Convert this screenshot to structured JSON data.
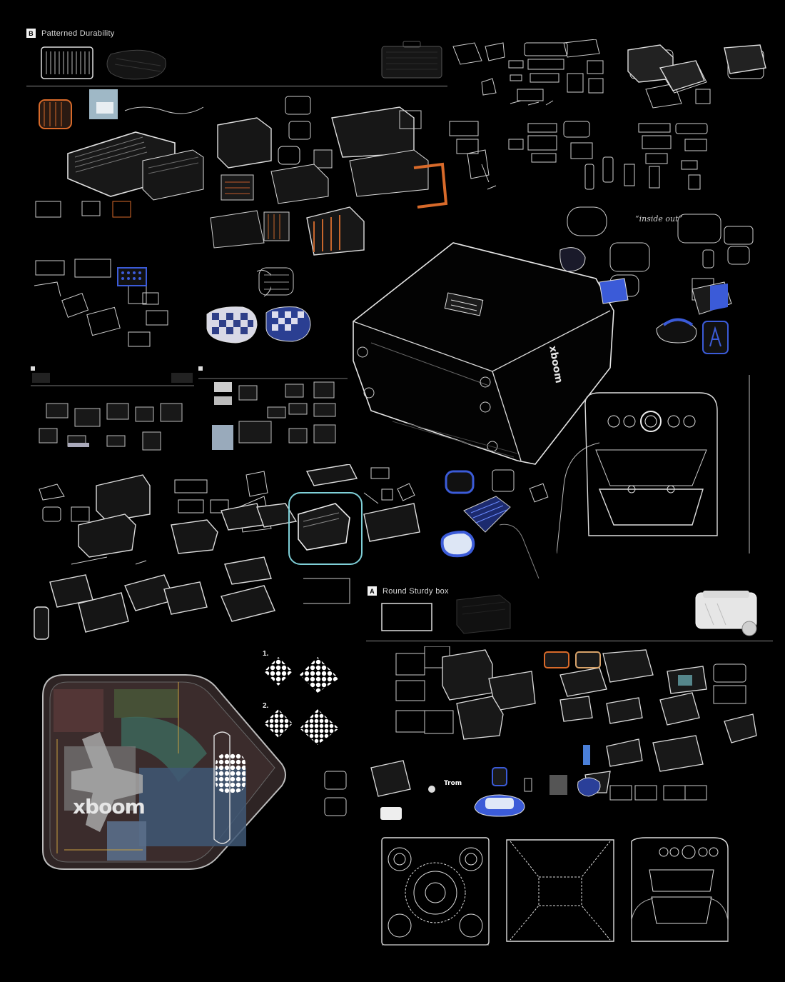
{
  "section_b": {
    "badge": "B",
    "title": "Patterned Durability"
  },
  "section_a": {
    "badge": "A",
    "title": "Round Sturdy box"
  },
  "notes": {
    "inside_out": "“inside out”",
    "opt1": "1.",
    "opt2": "2."
  },
  "brand": {
    "logo_text": "xboom",
    "small_label": "Trom"
  },
  "colors": {
    "background": "#000000",
    "accent_orange": "#d86a2a",
    "accent_blue": "#3b5bd8",
    "highlight_cyan": "#7fd0d8",
    "line": "#d8d8d8"
  }
}
